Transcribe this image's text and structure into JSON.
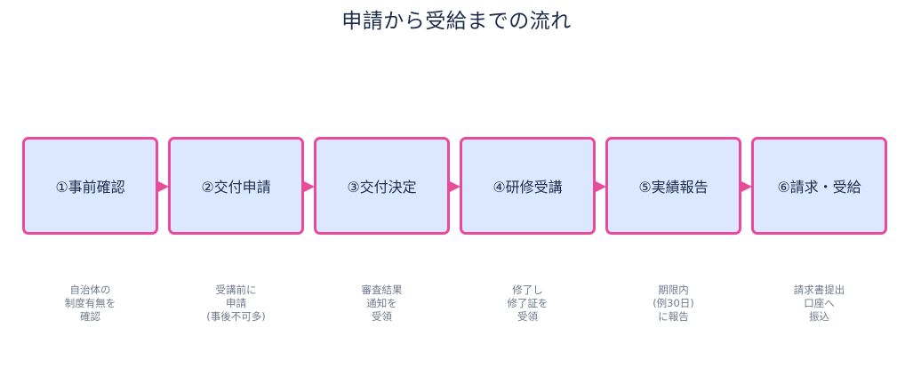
{
  "title": "申請から受給までの流れ",
  "colors": {
    "box_fill": "#dce8ff",
    "box_border": "#ea4a9a",
    "arrow": "#ea4a9a",
    "title_text": "#1c2b4a",
    "note_text": "#6f7a8c"
  },
  "steps": [
    {
      "label": "①事前確認",
      "note": "自治体の\n制度有無を\n確認"
    },
    {
      "label": "②交付申請",
      "note": "受講前に\n申請\n(事後不可多)"
    },
    {
      "label": "③交付決定",
      "note": "審査結果\n通知を\n受領"
    },
    {
      "label": "④研修受講",
      "note": "修了し\n修了証を\n受領"
    },
    {
      "label": "⑤実績報告",
      "note": "期限内\n(例30日)\nに報告"
    },
    {
      "label": "⑥請求・受給",
      "note": "請求書提出\n口座へ\n振込"
    }
  ]
}
